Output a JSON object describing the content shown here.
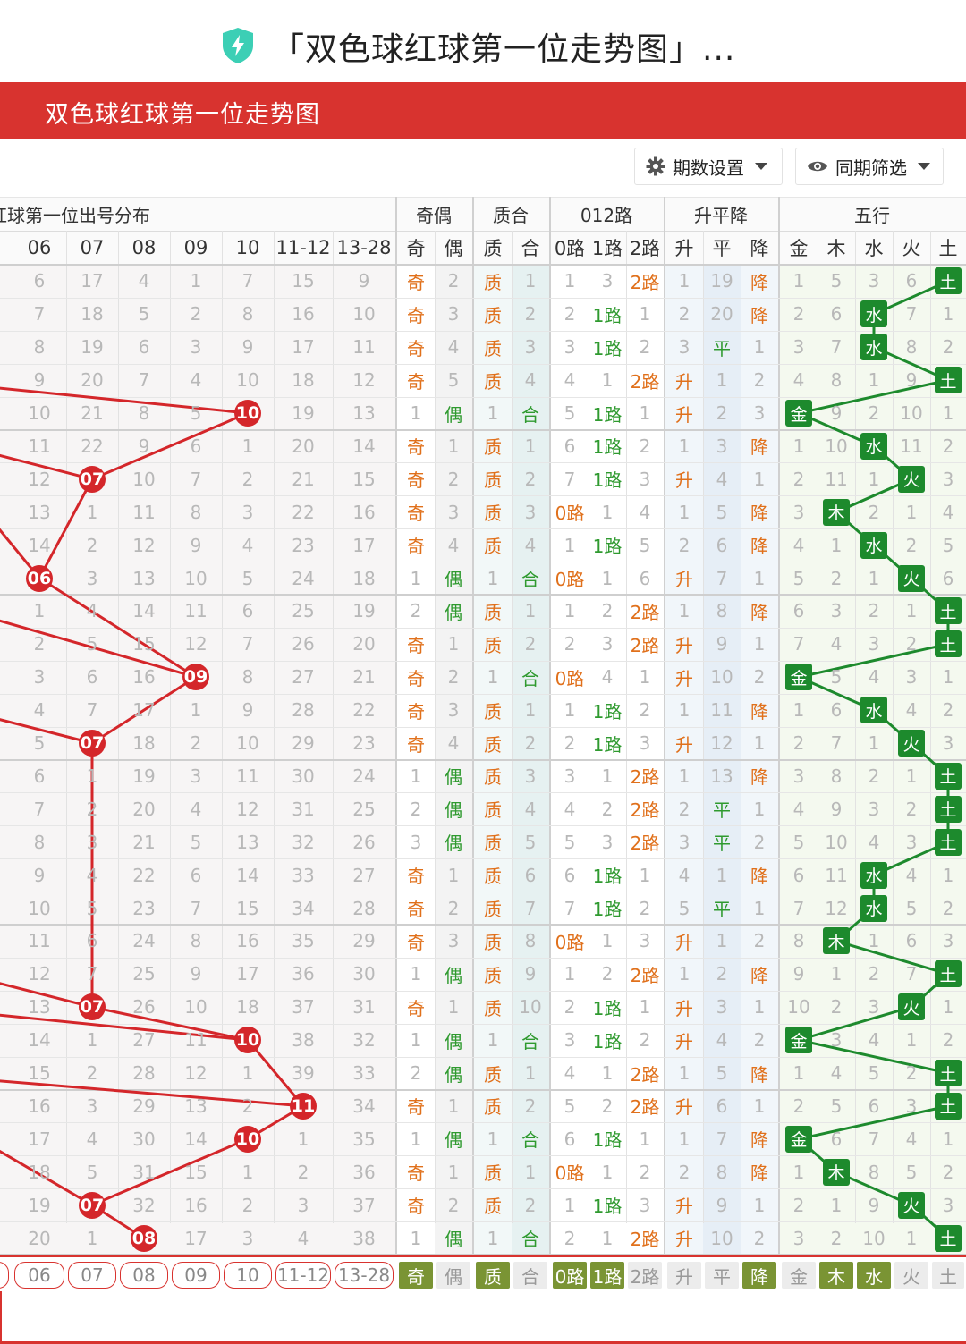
{
  "window": {
    "title": "「双色球红球第一位走势图」..."
  },
  "header": {
    "title": "双色球红球第一位走势图"
  },
  "toolbar": {
    "period_setting": "期数设置",
    "same_period_filter": "同期筛选"
  },
  "groups": {
    "dist": "红球第一位出号分布",
    "parity": "奇偶",
    "prime": "质合",
    "road": "012路",
    "trend": "升平降",
    "element": "五行"
  },
  "columns": [
    "06",
    "07",
    "08",
    "09",
    "10",
    "11-12",
    "13-28",
    "奇",
    "偶",
    "质",
    "合",
    "0路",
    "1路",
    "2路",
    "升",
    "平",
    "降",
    "金",
    "木",
    "水",
    "火",
    "土"
  ],
  "dist_miss": [
    [
      "6",
      "17",
      "4",
      "1",
      "7",
      "15",
      "9"
    ],
    [
      "7",
      "18",
      "5",
      "2",
      "8",
      "16",
      "10"
    ],
    [
      "8",
      "19",
      "6",
      "3",
      "9",
      "17",
      "11"
    ],
    [
      "9",
      "20",
      "7",
      "4",
      "10",
      "18",
      "12"
    ],
    [
      "10",
      "21",
      "8",
      "5",
      "10",
      "19",
      "13"
    ],
    [
      "11",
      "22",
      "9",
      "6",
      "1",
      "20",
      "14"
    ],
    [
      "12",
      "07",
      "10",
      "7",
      "2",
      "21",
      "15"
    ],
    [
      "13",
      "1",
      "11",
      "8",
      "3",
      "22",
      "16"
    ],
    [
      "14",
      "2",
      "12",
      "9",
      "4",
      "23",
      "17"
    ],
    [
      "06",
      "3",
      "13",
      "10",
      "5",
      "24",
      "18"
    ],
    [
      "1",
      "4",
      "14",
      "11",
      "6",
      "25",
      "19"
    ],
    [
      "2",
      "5",
      "15",
      "12",
      "7",
      "26",
      "20"
    ],
    [
      "3",
      "6",
      "16",
      "09",
      "8",
      "27",
      "21"
    ],
    [
      "4",
      "7",
      "17",
      "1",
      "9",
      "28",
      "22"
    ],
    [
      "5",
      "07",
      "18",
      "2",
      "10",
      "29",
      "23"
    ],
    [
      "6",
      "1",
      "19",
      "3",
      "11",
      "30",
      "24"
    ],
    [
      "7",
      "2",
      "20",
      "4",
      "12",
      "31",
      "25"
    ],
    [
      "8",
      "3",
      "21",
      "5",
      "13",
      "32",
      "26"
    ],
    [
      "9",
      "4",
      "22",
      "6",
      "14",
      "33",
      "27"
    ],
    [
      "10",
      "5",
      "23",
      "7",
      "15",
      "34",
      "28"
    ],
    [
      "11",
      "6",
      "24",
      "8",
      "16",
      "35",
      "29"
    ],
    [
      "12",
      "7",
      "25",
      "9",
      "17",
      "36",
      "30"
    ],
    [
      "13",
      "07",
      "26",
      "10",
      "18",
      "37",
      "31"
    ],
    [
      "14",
      "1",
      "27",
      "11",
      "10",
      "38",
      "32"
    ],
    [
      "15",
      "2",
      "28",
      "12",
      "1",
      "39",
      "33"
    ],
    [
      "16",
      "3",
      "29",
      "13",
      "2",
      "11",
      "34"
    ],
    [
      "17",
      "4",
      "30",
      "14",
      "10",
      "1",
      "35"
    ],
    [
      "18",
      "5",
      "31",
      "15",
      "1",
      "2",
      "36"
    ],
    [
      "19",
      "07",
      "32",
      "16",
      "2",
      "3",
      "37"
    ],
    [
      "20",
      "1",
      "08",
      "17",
      "3",
      "4",
      "38"
    ]
  ],
  "hits": [
    null,
    null,
    null,
    null,
    {
      "col": 4,
      "label": "10"
    },
    null,
    {
      "col": 1,
      "label": "07"
    },
    null,
    null,
    {
      "col": 0,
      "label": "06"
    },
    null,
    null,
    {
      "col": 3,
      "label": "09"
    },
    null,
    {
      "col": 1,
      "label": "07"
    },
    null,
    null,
    null,
    null,
    null,
    null,
    null,
    {
      "col": 1,
      "label": "07"
    },
    {
      "col": 4,
      "label": "10"
    },
    null,
    {
      "col": 5,
      "label": "11"
    },
    {
      "col": 4,
      "label": "10"
    },
    null,
    {
      "col": 1,
      "label": "07"
    },
    {
      "col": 2,
      "label": "08"
    }
  ],
  "parity": [
    [
      "奇",
      "2"
    ],
    [
      "奇",
      "3"
    ],
    [
      "奇",
      "4"
    ],
    [
      "奇",
      "5"
    ],
    [
      "1",
      "偶"
    ],
    [
      "奇",
      "1"
    ],
    [
      "奇",
      "2"
    ],
    [
      "奇",
      "3"
    ],
    [
      "奇",
      "4"
    ],
    [
      "1",
      "偶"
    ],
    [
      "2",
      "偶"
    ],
    [
      "奇",
      "1"
    ],
    [
      "奇",
      "2"
    ],
    [
      "奇",
      "3"
    ],
    [
      "奇",
      "4"
    ],
    [
      "1",
      "偶"
    ],
    [
      "2",
      "偶"
    ],
    [
      "3",
      "偶"
    ],
    [
      "奇",
      "1"
    ],
    [
      "奇",
      "2"
    ],
    [
      "奇",
      "3"
    ],
    [
      "1",
      "偶"
    ],
    [
      "奇",
      "1"
    ],
    [
      "1",
      "偶"
    ],
    [
      "2",
      "偶"
    ],
    [
      "奇",
      "1"
    ],
    [
      "1",
      "偶"
    ],
    [
      "奇",
      "1"
    ],
    [
      "奇",
      "2"
    ],
    [
      "1",
      "偶"
    ]
  ],
  "prime": [
    [
      "质",
      "1"
    ],
    [
      "质",
      "2"
    ],
    [
      "质",
      "3"
    ],
    [
      "质",
      "4"
    ],
    [
      "1",
      "合"
    ],
    [
      "质",
      "1"
    ],
    [
      "质",
      "2"
    ],
    [
      "质",
      "3"
    ],
    [
      "质",
      "4"
    ],
    [
      "1",
      "合"
    ],
    [
      "质",
      "1"
    ],
    [
      "质",
      "2"
    ],
    [
      "1",
      "合"
    ],
    [
      "质",
      "1"
    ],
    [
      "质",
      "2"
    ],
    [
      "质",
      "3"
    ],
    [
      "质",
      "4"
    ],
    [
      "质",
      "5"
    ],
    [
      "质",
      "6"
    ],
    [
      "质",
      "7"
    ],
    [
      "质",
      "8"
    ],
    [
      "质",
      "9"
    ],
    [
      "质",
      "10"
    ],
    [
      "1",
      "合"
    ],
    [
      "质",
      "1"
    ],
    [
      "质",
      "2"
    ],
    [
      "1",
      "合"
    ],
    [
      "质",
      "1"
    ],
    [
      "质",
      "2"
    ],
    [
      "1",
      "合"
    ]
  ],
  "road": [
    [
      "1",
      "3",
      "2路"
    ],
    [
      "2",
      "1路",
      "1"
    ],
    [
      "3",
      "1路",
      "2"
    ],
    [
      "4",
      "1",
      "2路"
    ],
    [
      "5",
      "1路",
      "1"
    ],
    [
      "6",
      "1路",
      "2"
    ],
    [
      "7",
      "1路",
      "3"
    ],
    [
      "0路",
      "1",
      "4"
    ],
    [
      "1",
      "1路",
      "5"
    ],
    [
      "0路",
      "1",
      "6"
    ],
    [
      "1",
      "2",
      "2路"
    ],
    [
      "2",
      "3",
      "2路"
    ],
    [
      "0路",
      "4",
      "1"
    ],
    [
      "1",
      "1路",
      "2"
    ],
    [
      "2",
      "1路",
      "3"
    ],
    [
      "3",
      "1",
      "2路"
    ],
    [
      "4",
      "2",
      "2路"
    ],
    [
      "5",
      "3",
      "2路"
    ],
    [
      "6",
      "1路",
      "1"
    ],
    [
      "7",
      "1路",
      "2"
    ],
    [
      "0路",
      "1",
      "3"
    ],
    [
      "1",
      "2",
      "2路"
    ],
    [
      "2",
      "1路",
      "1"
    ],
    [
      "3",
      "1路",
      "2"
    ],
    [
      "4",
      "1",
      "2路"
    ],
    [
      "5",
      "2",
      "2路"
    ],
    [
      "6",
      "1路",
      "1"
    ],
    [
      "0路",
      "1",
      "2"
    ],
    [
      "1",
      "1路",
      "3"
    ],
    [
      "2",
      "1",
      "2路"
    ]
  ],
  "trend": [
    [
      "1",
      "19",
      "降"
    ],
    [
      "2",
      "20",
      "降"
    ],
    [
      "3",
      "平",
      "1"
    ],
    [
      "升",
      "1",
      "2"
    ],
    [
      "升",
      "2",
      "3"
    ],
    [
      "1",
      "3",
      "降"
    ],
    [
      "升",
      "4",
      "1"
    ],
    [
      "1",
      "5",
      "降"
    ],
    [
      "2",
      "6",
      "降"
    ],
    [
      "升",
      "7",
      "1"
    ],
    [
      "1",
      "8",
      "降"
    ],
    [
      "升",
      "9",
      "1"
    ],
    [
      "升",
      "10",
      "2"
    ],
    [
      "1",
      "11",
      "降"
    ],
    [
      "升",
      "12",
      "1"
    ],
    [
      "1",
      "13",
      "降"
    ],
    [
      "2",
      "平",
      "1"
    ],
    [
      "3",
      "平",
      "2"
    ],
    [
      "4",
      "1",
      "降"
    ],
    [
      "5",
      "平",
      "1"
    ],
    [
      "升",
      "1",
      "2"
    ],
    [
      "1",
      "2",
      "降"
    ],
    [
      "升",
      "3",
      "1"
    ],
    [
      "升",
      "4",
      "2"
    ],
    [
      "1",
      "5",
      "降"
    ],
    [
      "升",
      "6",
      "1"
    ],
    [
      "1",
      "7",
      "降"
    ],
    [
      "2",
      "8",
      "降"
    ],
    [
      "升",
      "9",
      "1"
    ],
    [
      "升",
      "10",
      "2"
    ]
  ],
  "element": [
    [
      "1",
      "5",
      "3",
      "6",
      "土"
    ],
    [
      "2",
      "6",
      "水",
      "7",
      "1"
    ],
    [
      "3",
      "7",
      "水",
      "8",
      "2"
    ],
    [
      "4",
      "8",
      "1",
      "9",
      "土"
    ],
    [
      "金",
      "9",
      "2",
      "10",
      "1"
    ],
    [
      "1",
      "10",
      "水",
      "11",
      "2"
    ],
    [
      "2",
      "11",
      "1",
      "火",
      "3"
    ],
    [
      "3",
      "木",
      "2",
      "1",
      "4"
    ],
    [
      "4",
      "1",
      "水",
      "2",
      "5"
    ],
    [
      "5",
      "2",
      "1",
      "火",
      "6"
    ],
    [
      "6",
      "3",
      "2",
      "1",
      "土"
    ],
    [
      "7",
      "4",
      "3",
      "2",
      "土"
    ],
    [
      "金",
      "5",
      "4",
      "3",
      "1"
    ],
    [
      "1",
      "6",
      "水",
      "4",
      "2"
    ],
    [
      "2",
      "7",
      "1",
      "火",
      "3"
    ],
    [
      "3",
      "8",
      "2",
      "1",
      "土"
    ],
    [
      "4",
      "9",
      "3",
      "2",
      "土"
    ],
    [
      "5",
      "10",
      "4",
      "3",
      "土"
    ],
    [
      "6",
      "11",
      "水",
      "4",
      "1"
    ],
    [
      "7",
      "12",
      "水",
      "5",
      "2"
    ],
    [
      "8",
      "木",
      "1",
      "6",
      "3"
    ],
    [
      "9",
      "1",
      "2",
      "7",
      "土"
    ],
    [
      "10",
      "2",
      "3",
      "火",
      "1"
    ],
    [
      "金",
      "3",
      "4",
      "1",
      "2"
    ],
    [
      "1",
      "4",
      "5",
      "2",
      "土"
    ],
    [
      "2",
      "5",
      "6",
      "3",
      "土"
    ],
    [
      "金",
      "6",
      "7",
      "4",
      "1"
    ],
    [
      "1",
      "木",
      "8",
      "5",
      "2"
    ],
    [
      "2",
      "1",
      "9",
      "火",
      "3"
    ],
    [
      "3",
      "2",
      "10",
      "1",
      "土"
    ]
  ],
  "summary_active": [
    false,
    false,
    false,
    false,
    false,
    false,
    false,
    true,
    false,
    true,
    false,
    true,
    true,
    false,
    false,
    false,
    true,
    false,
    true,
    true,
    false,
    false
  ],
  "colors": {
    "brand_red": "#d8332f",
    "ball_red": "#d4262a",
    "trend_green": "#1d8a2d",
    "odd_orange": "#e0701b",
    "road_green": "#2f9a2f",
    "summary_olive": "#7a9434"
  }
}
